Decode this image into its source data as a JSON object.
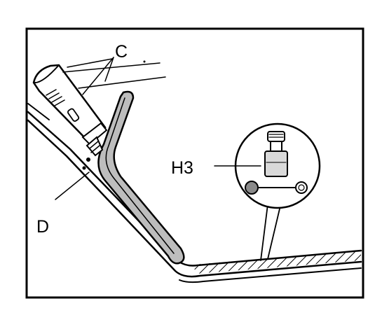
{
  "diagram": {
    "labels": {
      "c": "C",
      "d": "D",
      "h3": "H3"
    },
    "colors": {
      "ink": "#000000",
      "paper": "#ffffff",
      "tube_fill": "#bdbdbd",
      "button_gray": "#d9d9d9",
      "plug_dark": "#8a8a8a"
    }
  }
}
